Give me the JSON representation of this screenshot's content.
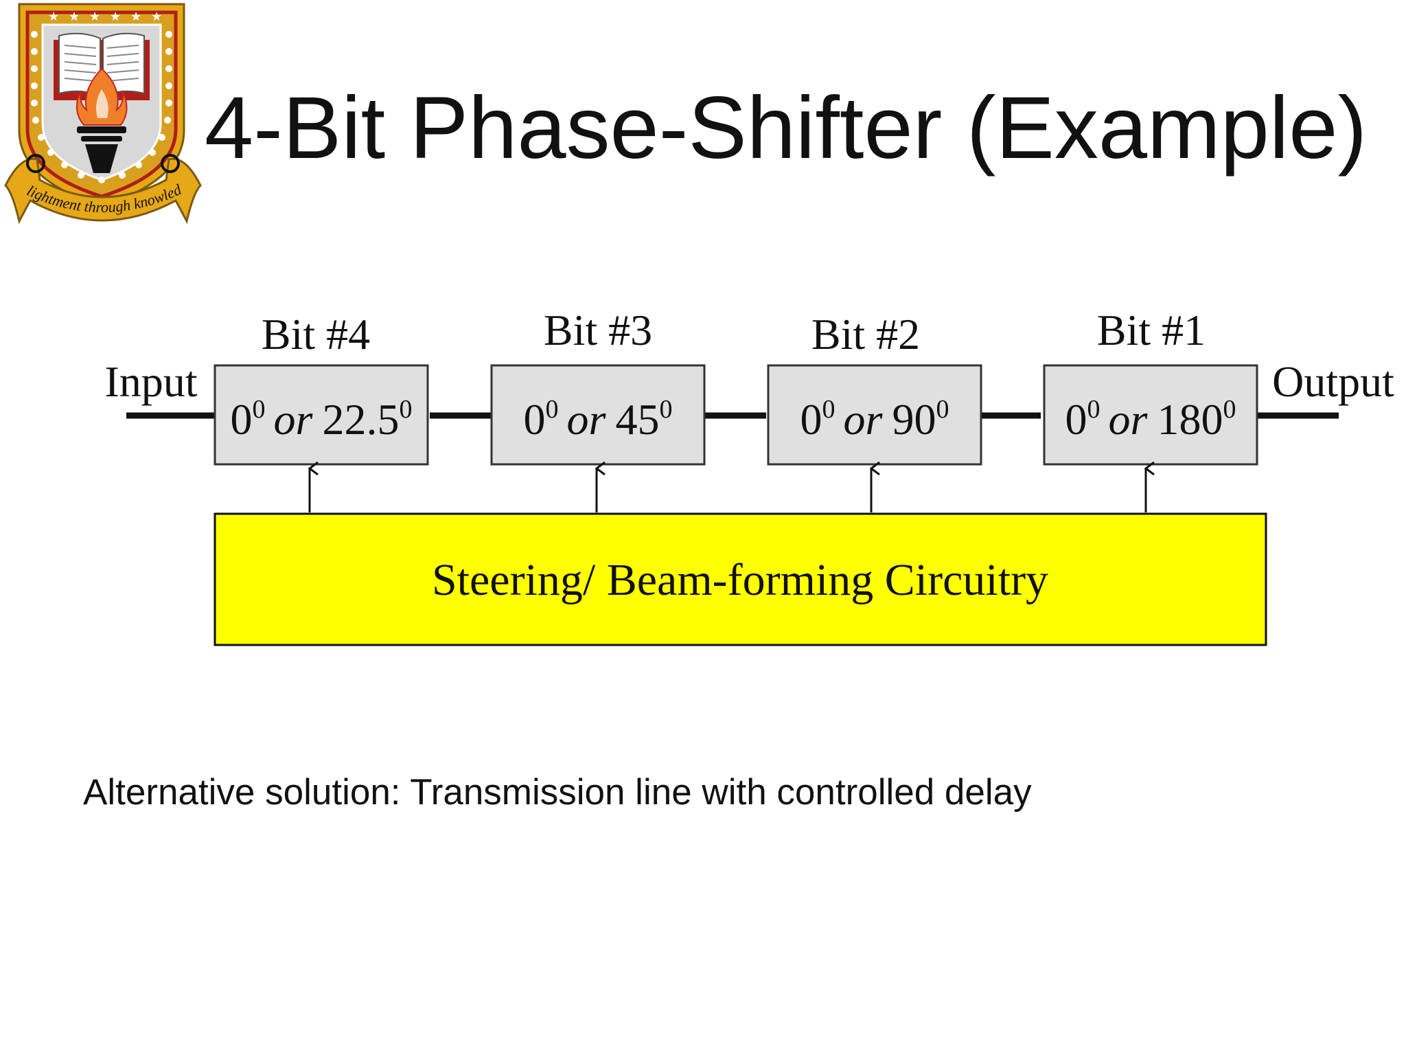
{
  "slide": {
    "title": "4-Bit Phase-Shifter (Example)",
    "caption": "Alternative solution: Transmission line with controlled delay"
  },
  "logo": {
    "motto": "Enlightment through knowledge"
  },
  "diagram": {
    "input_label": "Input",
    "output_label": "Output",
    "controller_label": "Steering/ Beam-forming Circuitry",
    "connector_word": "or",
    "bits": [
      {
        "label": "Bit #4",
        "base": "0",
        "base_sup": "0",
        "shift": "22.5",
        "shift_sup": "0"
      },
      {
        "label": "Bit #3",
        "base": "0",
        "base_sup": "0",
        "shift": "45",
        "shift_sup": "0"
      },
      {
        "label": "Bit #2",
        "base": "0",
        "base_sup": "0",
        "shift": "90",
        "shift_sup": "0"
      },
      {
        "label": "Bit #1",
        "base": "0",
        "base_sup": "0",
        "shift": "180",
        "shift_sup": "0"
      }
    ]
  },
  "colors": {
    "box_fill": "#e0e0e0",
    "controller_fill": "#ffff00",
    "line": "#111111",
    "crest_gold": "#e6a817",
    "crest_red": "#c0261f",
    "crest_flame": "#f07f2a"
  }
}
